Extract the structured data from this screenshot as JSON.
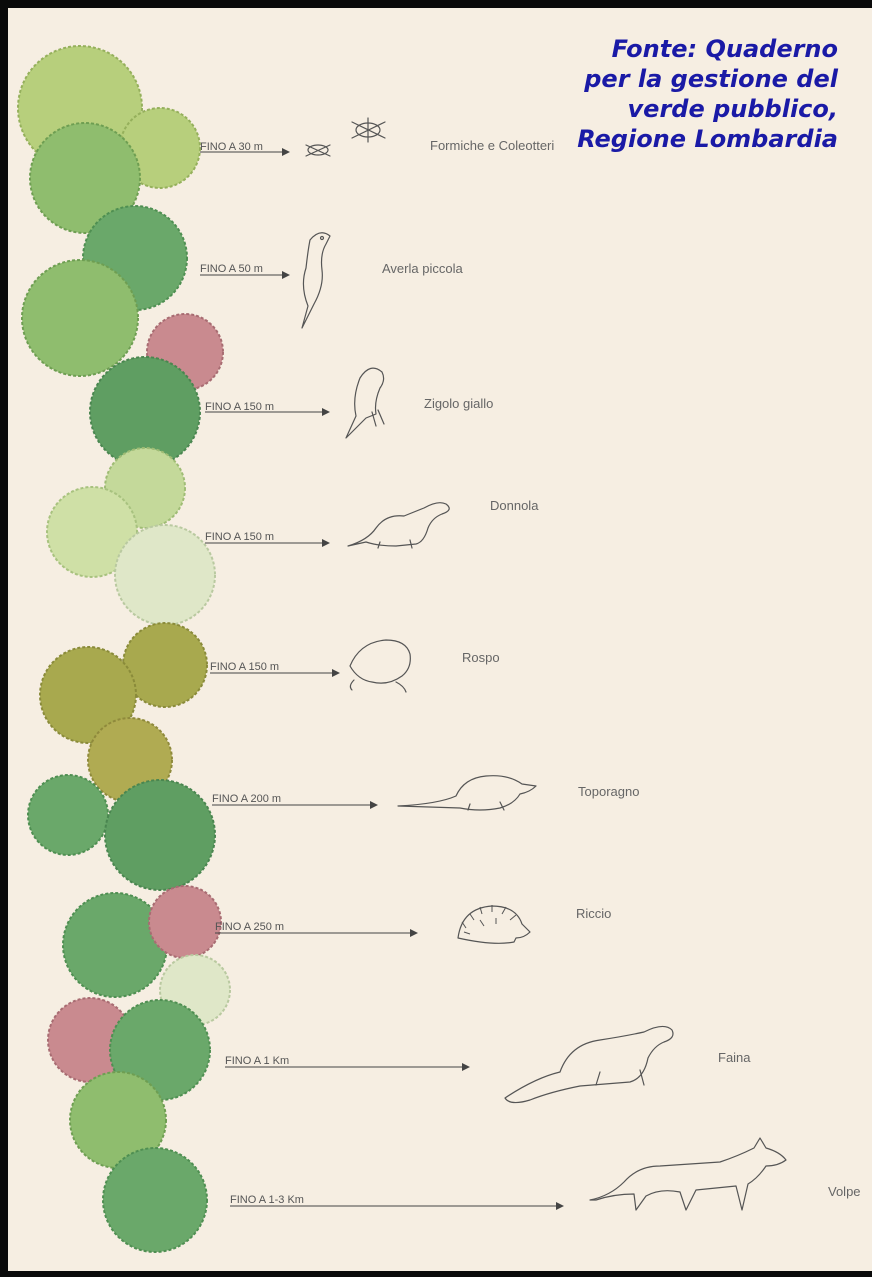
{
  "source_note": "Fonte: Quaderno per la gestione del verde pubblico, Regione Lombardia",
  "colors": {
    "caption": "#1a1aa6",
    "paper": "#f6eee2",
    "bush_dark_green": "#6aa86a",
    "bush_light_green": "#b7cf7c",
    "bush_olive": "#a8a94e",
    "bush_pale": "#dfe7c8",
    "bush_pink": "#c98a8f"
  },
  "rows": [
    {
      "distance": "FINO A 30 m",
      "animal": "Formiche e Coleotteri",
      "icon": "insects-icon"
    },
    {
      "distance": "FINO A 50 m",
      "animal": "Averla piccola",
      "icon": "shrike-icon"
    },
    {
      "distance": "FINO A 150 m",
      "animal": "Zigolo giallo",
      "icon": "yellowhammer-icon"
    },
    {
      "distance": "FINO A 150 m",
      "animal": "Donnola",
      "icon": "weasel-icon"
    },
    {
      "distance": "FINO A 150 m",
      "animal": "Rospo",
      "icon": "toad-icon"
    },
    {
      "distance": "FINO A 200 m",
      "animal": "Toporagno",
      "icon": "shrew-icon"
    },
    {
      "distance": "FINO A 250 m",
      "animal": "Riccio",
      "icon": "hedgehog-icon"
    },
    {
      "distance": "FINO A 1 Km",
      "animal": "Faina",
      "icon": "marten-icon"
    },
    {
      "distance": "FINO A 1-3 Km",
      "animal": "Volpe",
      "icon": "fox-icon"
    }
  ]
}
